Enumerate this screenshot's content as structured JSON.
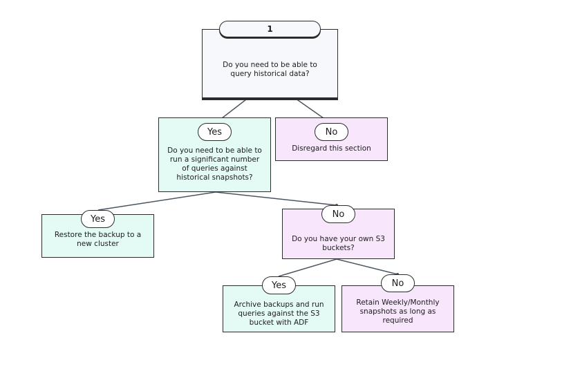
{
  "root": {
    "number": "1",
    "question": "Do you need to be able to query historical data?"
  },
  "branch_yes": {
    "label": "Yes",
    "question": "Do you need to be able to run a significant number of queries against historical snapshots?"
  },
  "branch_no": {
    "label": "No",
    "text": "Disregard this section"
  },
  "restore": {
    "label": "Yes",
    "text": "Restore the backup to a new cluster"
  },
  "s3_question": {
    "label": "No",
    "question": "Do you have your own S3 buckets?"
  },
  "archive": {
    "label": "Yes",
    "text": "Archive backups and run queries against the S3 bucket with ADF"
  },
  "retain": {
    "label": "No",
    "text": "Retain Weekly/Monthly snapshots as long as required"
  },
  "colors": {
    "connector": "#4a5560",
    "border": "#2b2b2b",
    "yes_fill": "#e3fbf4",
    "no_fill": "#f7e6fc",
    "root_fill": "#f7f8fb"
  }
}
